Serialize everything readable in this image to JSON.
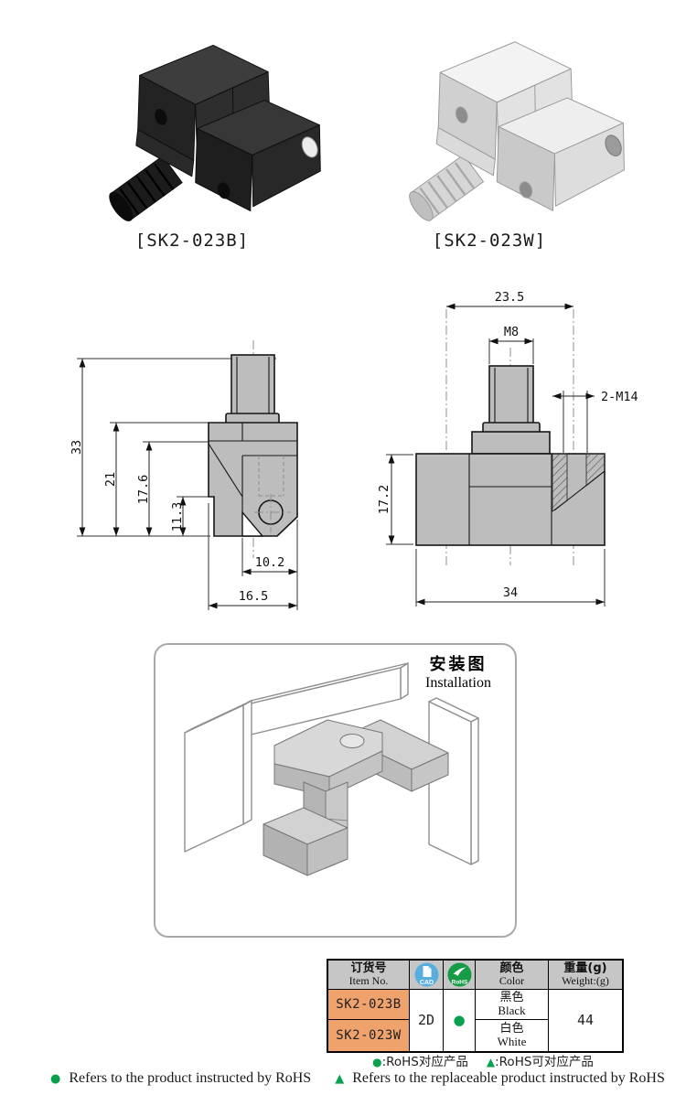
{
  "products": [
    {
      "label": "[SK2-023B]",
      "color_name": "black"
    },
    {
      "label": "[SK2-023W]",
      "color_name": "white"
    }
  ],
  "drawings": {
    "side": {
      "total_height": "33",
      "upper_height": "21",
      "mid_height": "17.6",
      "lower_height": "11.3",
      "hole_offset": "10.2",
      "base_width": "16.5"
    },
    "front": {
      "hole_spacing": "23.5",
      "thread": "M8",
      "side_thread": "2-M14",
      "body_height": "17.2",
      "body_width": "34"
    }
  },
  "installation": {
    "title_zh": "安装图",
    "title_en": "Installation"
  },
  "table": {
    "col_item": {
      "zh": "订货号",
      "en": "Item No."
    },
    "col_cad": {
      "label": "CAD"
    },
    "col_rohs": {
      "label": "RoHS"
    },
    "col_color": {
      "zh": "颜色",
      "en": "Color"
    },
    "col_weight": {
      "zh": "重量(g)",
      "en": "Weight:(g)"
    },
    "rows": [
      {
        "item": "SK2-023B",
        "color_zh": "黑色",
        "color_en": "Black"
      },
      {
        "item": "SK2-023W",
        "color_zh": "白色",
        "color_en": "White"
      }
    ],
    "cad_value": "2D",
    "rohs_mark": "●",
    "weight_value": "44"
  },
  "legend_zh": {
    "dot_symbol": "●",
    "dot_text": ":RoHS对应产品",
    "tri_symbol": "▲",
    "tri_text": ":RoHS可对应产品"
  },
  "legend_en": {
    "dot_symbol": "●",
    "dot_text": "Refers to the product instructed by RoHS",
    "tri_symbol": "▲",
    "tri_text": "Refers to the replaceable product instructed by RoHS"
  },
  "colors": {
    "accent_orange": "#f0a26d",
    "header_gray": "#c6c6c6",
    "rohs_green": "#0aa14e",
    "cad_blue": "#58aede",
    "drawing_fill": "#bdbdbd",
    "page_background": "#ffffff"
  }
}
